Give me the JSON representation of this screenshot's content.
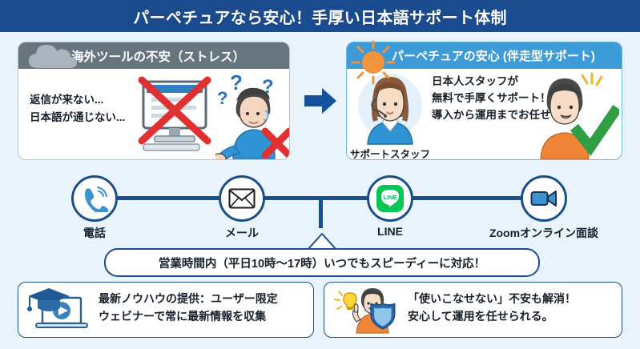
{
  "header": {
    "title": "パーペチュアなら安心！手厚い日本語サポート体制",
    "bg_color": "#1b4b8f"
  },
  "compare": {
    "before": {
      "icon": "cloud-icon",
      "header_title": "海外ツールの不安（ストレス）",
      "header_color": "#67757f",
      "line1": "返信が来ない...",
      "line2": "日本語が通じない...",
      "monitor_icon": "crossed-out-monitor-icon",
      "person_icon": "worried-person-icon",
      "mark": "red-x-mark"
    },
    "arrow": "right-arrow-icon",
    "after": {
      "icon": "sun-icon",
      "header_title": "パーペチュアの安心 (伴走型サポート)",
      "header_color": "#3d9bd8",
      "staff_label": "サポートスタッフ",
      "staff_icon": "support-staff-avatar",
      "line1": "日本人スタッフが",
      "line2": "無料で手厚くサポート！",
      "line3": "導入から運用までお任せ",
      "person_icon": "happy-person-icon",
      "mark": "green-check-mark"
    }
  },
  "channels": {
    "line_color": "#1a4f8a",
    "items": [
      {
        "icon": "phone-icon",
        "label": "電話"
      },
      {
        "icon": "mail-icon",
        "label": "メール"
      },
      {
        "icon": "line-app-icon",
        "label": "LINE"
      },
      {
        "icon": "video-camera-icon",
        "label": "Zoomオンライン面談"
      }
    ]
  },
  "hours_banner": {
    "text": "営業時間内（平日10時〜17時）いつでもスピーディーに対応！",
    "border_color": "#1d4f8c"
  },
  "benefits": [
    {
      "icon": "webinar-laptop-icon",
      "line1": "最新ノウハウの提供：ユーザー限定",
      "line2": "ウェビナーで常に最新情報を収集"
    },
    {
      "icon": "lightbulb-person-shield-icon",
      "line1": "「使いこなせない」不安も解消！",
      "line2": "安心して運用を任せられる。"
    }
  ],
  "colors": {
    "page_bg": "#e9f3fb",
    "brand_blue": "#1b4b8f",
    "accent_blue": "#3d9bd8",
    "warn_gray": "#67757f",
    "x_red": "#e03131",
    "check_green": "#2f9e44",
    "orange": "#f2943c"
  }
}
